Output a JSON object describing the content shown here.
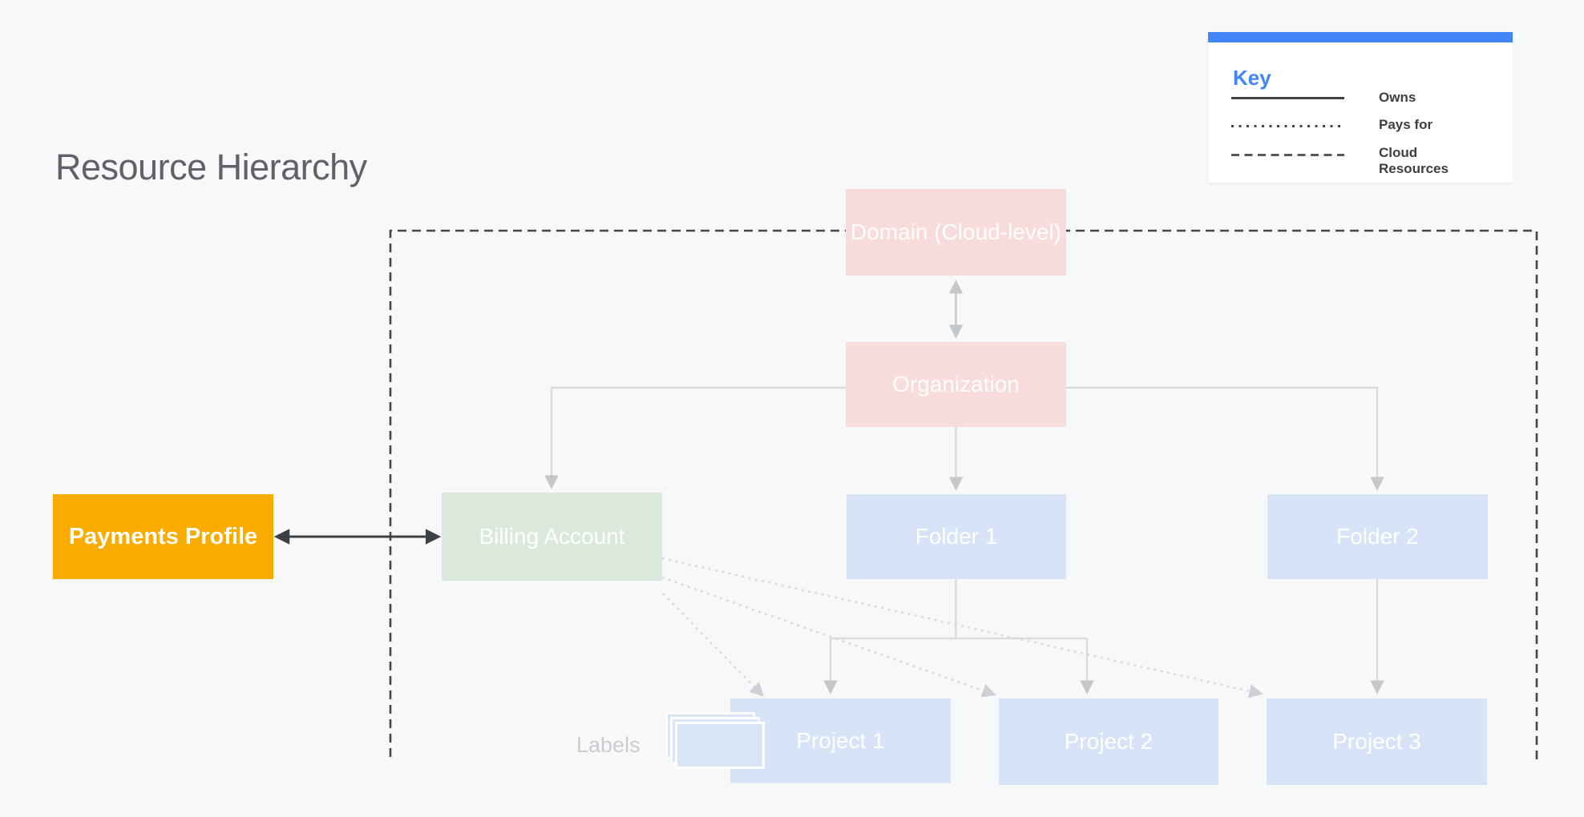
{
  "title": "Resource Hierarchy",
  "legend": {
    "heading": "Key",
    "items": [
      {
        "line_style": "solid",
        "label": "Owns"
      },
      {
        "line_style": "dotted",
        "label": "Pays for"
      },
      {
        "line_style": "dashed",
        "label": "Cloud Resources"
      }
    ]
  },
  "nodes": {
    "domain": {
      "label": "Domain (Cloud-level)",
      "color": "#f8dcdb"
    },
    "organization": {
      "label": "Organization",
      "color": "#f8dcdb"
    },
    "payments_profile": {
      "label": "Payments Profile",
      "color": "#f9ab00"
    },
    "billing_account": {
      "label": "Billing Account",
      "color": "#dbe9dc"
    },
    "folder_1": {
      "label": "Folder 1",
      "color": "#d8e3f8"
    },
    "folder_2": {
      "label": "Folder 2",
      "color": "#d8e3f8"
    },
    "project_1": {
      "label": "Project 1",
      "color": "#d8e3f8"
    },
    "project_2": {
      "label": "Project 2",
      "color": "#d8e3f8"
    },
    "project_3": {
      "label": "Project 3",
      "color": "#d8e3f8"
    }
  },
  "annotations": {
    "labels": "Labels"
  },
  "colors": {
    "background": "#f7f8fa",
    "accent_blue": "#4285f4",
    "title_gray": "#5f6368",
    "legend_text": "#3c4043",
    "connector_gray": "#d9dbde",
    "connector_arrow_gray": "#c5c8cb",
    "dotted_line_gray": "#d2d5d9",
    "dark_line": "#3c4043",
    "boundary_dash": "#43474b",
    "node_text": "#ffffff",
    "labels_text_gray": "#c8cbd0"
  }
}
